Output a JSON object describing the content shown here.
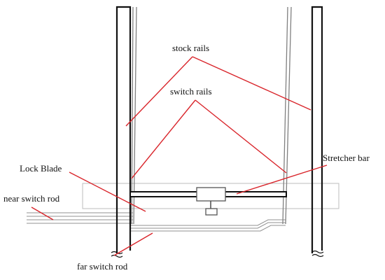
{
  "labels": {
    "stock_rails": "stock rails",
    "switch_rails": "switch rails",
    "lock_blade": "Lock Blade",
    "stretcher_bar": "Stretcher bar",
    "near_switch_rod": "near switch rod",
    "far_switch_rod": "far switch rod"
  },
  "colors": {
    "outline": "#111111",
    "leader": "#d9252b",
    "switch_rail": "#808080",
    "rod": "#909090",
    "plate": "#bdbdbd"
  }
}
